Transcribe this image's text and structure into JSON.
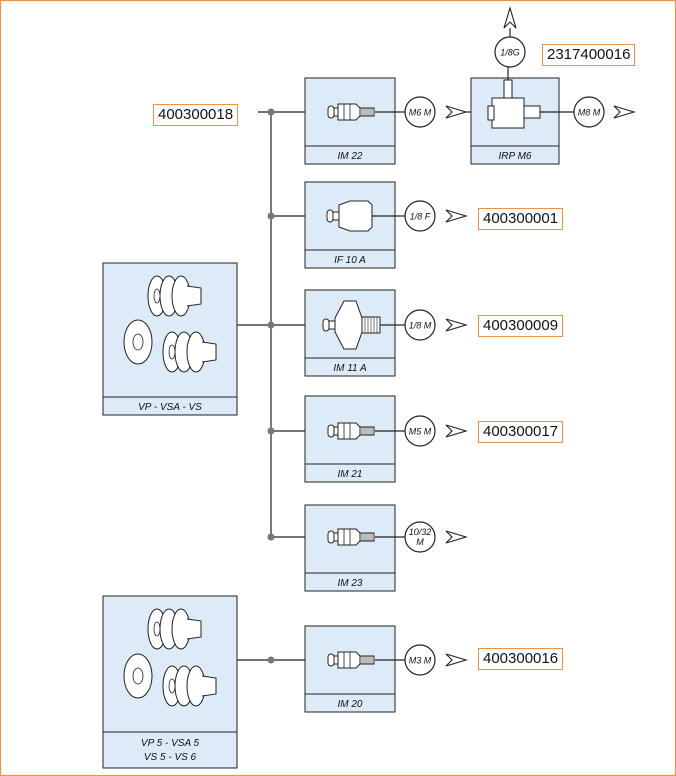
{
  "codes": {
    "im22": "400300018",
    "irp": "2317400016",
    "if10a": "400300001",
    "im11a": "400300009",
    "im21": "400300017",
    "im20": "400300016"
  },
  "fittings": {
    "im22": "IM 22",
    "irp": "IRP M6",
    "if10a": "IF 10 A",
    "im11a": "IM 11 A",
    "im21": "IM 21",
    "im23": "IM 23",
    "im20": "IM 20"
  },
  "threads": {
    "im22": "M6 M",
    "irp_top": "1/8G",
    "irp_out": "M8 M",
    "if10a": "1/8 F",
    "im11a": "1/8 M",
    "im21": "M5 M",
    "im23_l1": "10/32",
    "im23_l2": "M",
    "im20": "M3 M"
  },
  "cups": {
    "group1": "VP - VSA - VS",
    "group2_l1": "VP 5 - VSA 5",
    "group2_l2": "VS 5 - VS 6"
  },
  "colors": {
    "box_fill": "#dcebf7",
    "frame": "#e8944a",
    "tag_border": "#e8944a"
  }
}
